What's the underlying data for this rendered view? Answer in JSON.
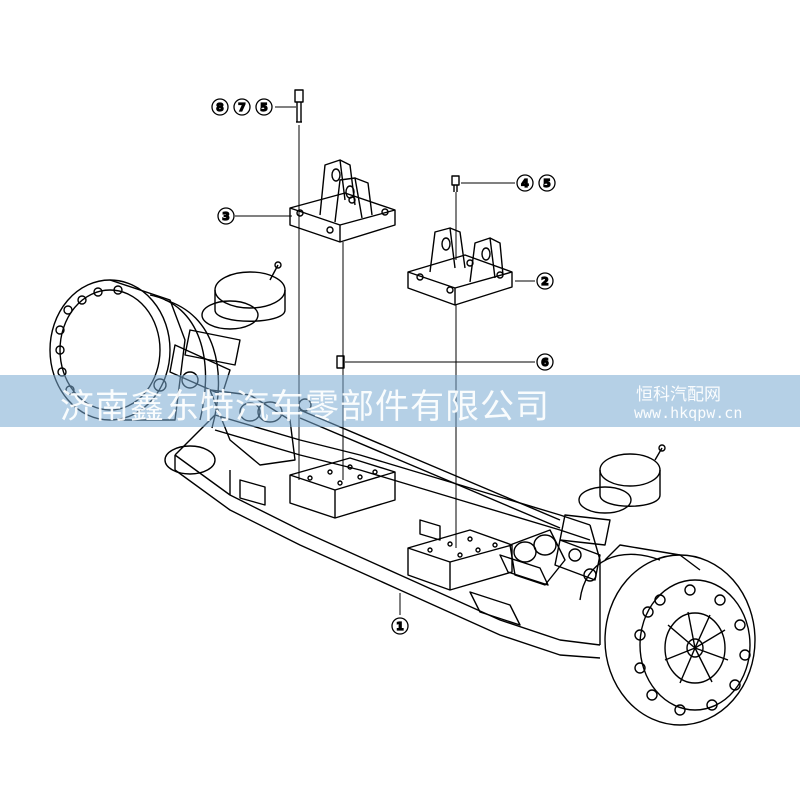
{
  "callouts": {
    "c875": [
      "8",
      "7",
      "5"
    ],
    "c3": "3",
    "c45": [
      "4",
      "5"
    ],
    "c2": "2",
    "c6": "6",
    "c1": "1"
  },
  "watermark": {
    "company": "济南鑫东特汽车零部件有限公司",
    "site_name": "恒科汽配网",
    "site_url": "www.hkqpw.cn"
  },
  "colors": {
    "line": "#000000",
    "band": "#78aad2"
  }
}
